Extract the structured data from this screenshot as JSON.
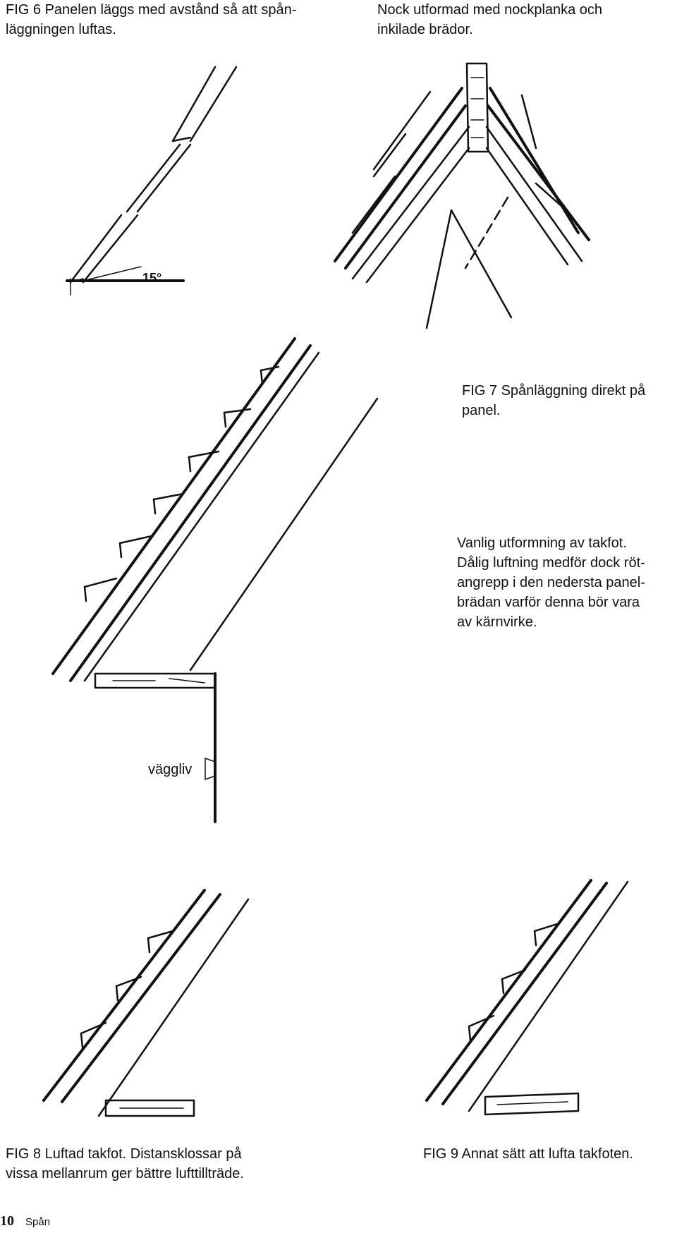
{
  "captions": {
    "fig6": [
      "FIG 6 Panelen läggs med avstånd så att spån-",
      "läggningen luftas."
    ],
    "nock": [
      "Nock utformad med nockplanka och",
      "inkilade brädor."
    ],
    "fig7": [
      "FIG 7 Spånläggning direkt på",
      "panel."
    ],
    "vanlig": [
      "Vanlig utformning av takfot.",
      "Dålig luftning medför dock röt-",
      "angrepp i den nedersta panel-",
      "brädan varför denna bör vara",
      "av kärnvirke."
    ],
    "vaggliv": "väggliv",
    "fig8": [
      "FIG 8 Luftad takfot. Distansklossar på",
      "vissa mellanrum ger bättre lufttillträde."
    ],
    "fig9": "FIG 9 Annat sätt att lufta takfoten."
  },
  "angle_label": "15°",
  "footer": {
    "page_number": "10",
    "title": "Spån"
  }
}
